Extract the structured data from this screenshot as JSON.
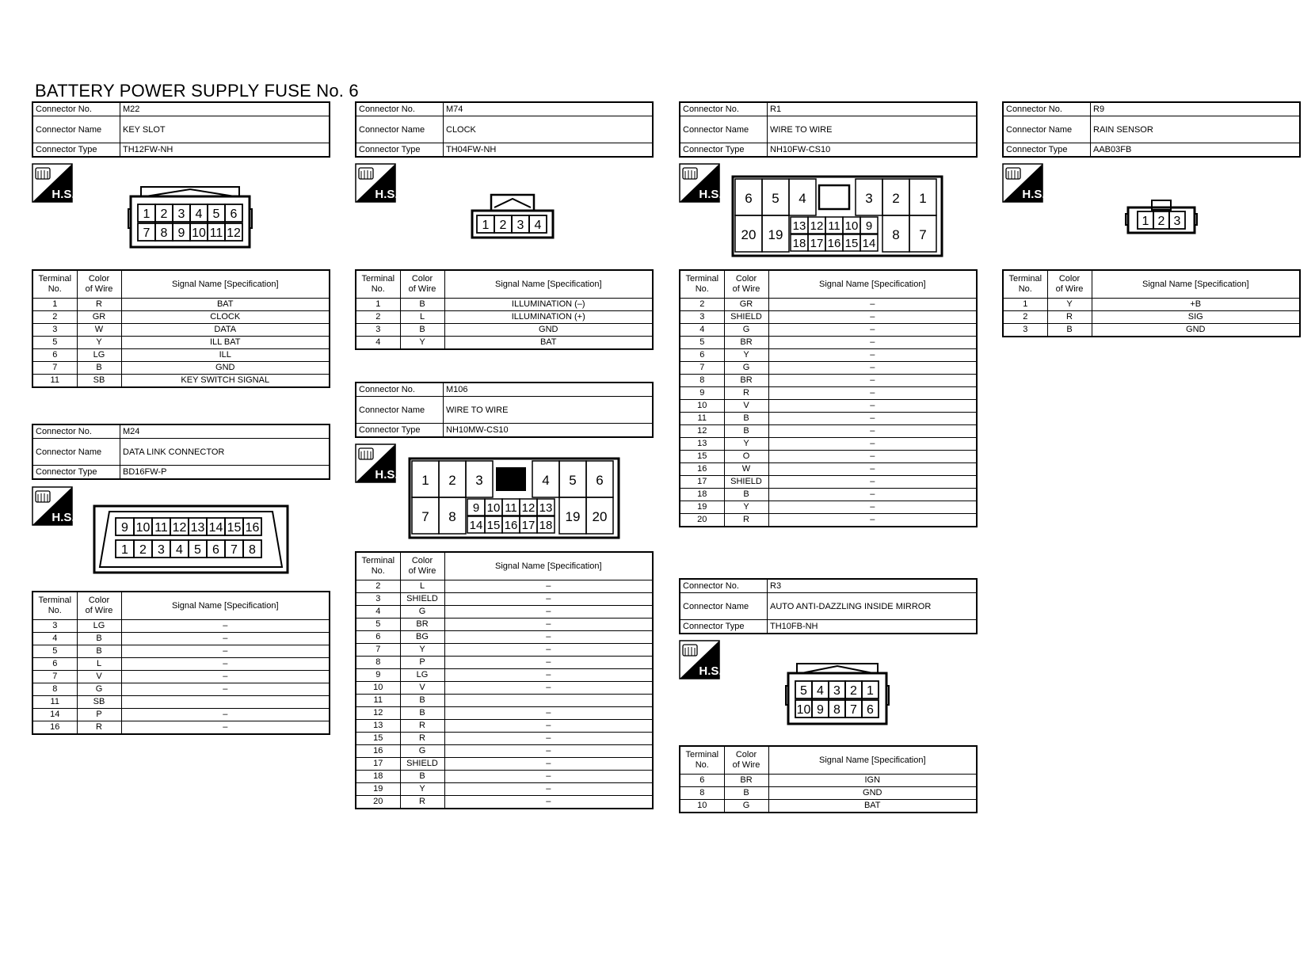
{
  "title": "BATTERY POWER SUPPLY FUSE No. 6",
  "labels": {
    "connector_no": "Connector No.",
    "connector_name": "Connector Name",
    "connector_type": "Connector Type",
    "terminal_no": "Terminal\nNo.",
    "color_of_wire": "Color\nof Wire",
    "signal_name": "Signal Name [Specification]",
    "hs": "H.S."
  },
  "connectors": {
    "m22": {
      "no": "M22",
      "name": "KEY SLOT",
      "type": "TH12FW-NH",
      "pins_top": [
        "1",
        "2",
        "3",
        "4",
        "5",
        "6"
      ],
      "pins_bottom": [
        "7",
        "8",
        "9",
        "10",
        "11",
        "12"
      ],
      "rows": [
        [
          "1",
          "R",
          "BAT"
        ],
        [
          "2",
          "GR",
          "CLOCK"
        ],
        [
          "3",
          "W",
          "DATA"
        ],
        [
          "5",
          "Y",
          "ILL BAT"
        ],
        [
          "6",
          "LG",
          "ILL"
        ],
        [
          "7",
          "B",
          "GND"
        ],
        [
          "11",
          "SB",
          "KEY SWITCH SIGNAL"
        ]
      ]
    },
    "m24": {
      "no": "M24",
      "name": "DATA LINK CONNECTOR",
      "type": "BD16FW-P",
      "pins_top": [
        "9",
        "10",
        "11",
        "12",
        "13",
        "14",
        "15",
        "16"
      ],
      "pins_bottom": [
        "1",
        "2",
        "3",
        "4",
        "5",
        "6",
        "7",
        "8"
      ],
      "rows": [
        [
          "3",
          "LG",
          "–"
        ],
        [
          "4",
          "B",
          "–"
        ],
        [
          "5",
          "B",
          "–"
        ],
        [
          "6",
          "L",
          "–"
        ],
        [
          "7",
          "V",
          "–"
        ],
        [
          "8",
          "G",
          "–"
        ],
        [
          "11",
          "SB",
          ""
        ],
        [
          "14",
          "P",
          "–"
        ],
        [
          "16",
          "R",
          "–"
        ]
      ]
    },
    "m74": {
      "no": "M74",
      "name": "CLOCK",
      "type": "TH04FW-NH",
      "pins": [
        "1",
        "2",
        "3",
        "4"
      ],
      "rows": [
        [
          "1",
          "B",
          "ILLUMINATION (–)"
        ],
        [
          "2",
          "L",
          "ILLUMINATION (+)"
        ],
        [
          "3",
          "B",
          "GND"
        ],
        [
          "4",
          "Y",
          "BAT"
        ]
      ]
    },
    "m106": {
      "no": "M106",
      "name": "WIRE TO WIRE",
      "type": "NH10MW-CS10",
      "pins_top_left": [
        "1",
        "2",
        "3"
      ],
      "pins_top_right": [
        "4",
        "5",
        "6"
      ],
      "pins_bot_left": [
        "7",
        "8"
      ],
      "pins_mid_top": [
        "9",
        "10",
        "11",
        "12",
        "13"
      ],
      "pins_mid_bot": [
        "14",
        "15",
        "16",
        "17",
        "18"
      ],
      "pins_bot_right": [
        "19",
        "20"
      ],
      "rows": [
        [
          "2",
          "L",
          "–"
        ],
        [
          "3",
          "SHIELD",
          "–"
        ],
        [
          "4",
          "G",
          "–"
        ],
        [
          "5",
          "BR",
          "–"
        ],
        [
          "6",
          "BG",
          "–"
        ],
        [
          "7",
          "Y",
          "–"
        ],
        [
          "8",
          "P",
          "–"
        ],
        [
          "9",
          "LG",
          "–"
        ],
        [
          "10",
          "V",
          "–"
        ],
        [
          "11",
          "B",
          ""
        ],
        [
          "12",
          "B",
          "–"
        ],
        [
          "13",
          "R",
          "–"
        ],
        [
          "15",
          "R",
          "–"
        ],
        [
          "16",
          "G",
          "–"
        ],
        [
          "17",
          "SHIELD",
          "–"
        ],
        [
          "18",
          "B",
          "–"
        ],
        [
          "19",
          "Y",
          "–"
        ],
        [
          "20",
          "R",
          "–"
        ]
      ]
    },
    "r1": {
      "no": "R1",
      "name": "WIRE TO WIRE",
      "type": "NH10FW-CS10",
      "pins_top_left": [
        "6",
        "5",
        "4"
      ],
      "pins_top_right": [
        "3",
        "2",
        "1"
      ],
      "pins_bot_left": [
        "20",
        "19"
      ],
      "pins_mid_top": [
        "13",
        "12",
        "11",
        "10",
        "9"
      ],
      "pins_mid_bot": [
        "18",
        "17",
        "16",
        "15",
        "14"
      ],
      "pins_bot_right": [
        "8",
        "7"
      ],
      "rows": [
        [
          "2",
          "GR",
          "–"
        ],
        [
          "3",
          "SHIELD",
          "–"
        ],
        [
          "4",
          "G",
          "–"
        ],
        [
          "5",
          "BR",
          "–"
        ],
        [
          "6",
          "Y",
          "–"
        ],
        [
          "7",
          "G",
          "–"
        ],
        [
          "8",
          "BR",
          "–"
        ],
        [
          "9",
          "R",
          "–"
        ],
        [
          "10",
          "V",
          "–"
        ],
        [
          "11",
          "B",
          "–"
        ],
        [
          "12",
          "B",
          "–"
        ],
        [
          "13",
          "Y",
          "–"
        ],
        [
          "15",
          "O",
          "–"
        ],
        [
          "16",
          "W",
          "–"
        ],
        [
          "17",
          "SHIELD",
          "–"
        ],
        [
          "18",
          "B",
          "–"
        ],
        [
          "19",
          "Y",
          "–"
        ],
        [
          "20",
          "R",
          "–"
        ]
      ]
    },
    "r3": {
      "no": "R3",
      "name": "AUTO ANTI-DAZZLING INSIDE MIRROR",
      "type": "TH10FB-NH",
      "pins_top": [
        "5",
        "4",
        "3",
        "2",
        "1"
      ],
      "pins_bottom": [
        "10",
        "9",
        "8",
        "7",
        "6"
      ],
      "rows": [
        [
          "6",
          "BR",
          "IGN"
        ],
        [
          "8",
          "B",
          "GND"
        ],
        [
          "10",
          "G",
          "BAT"
        ]
      ]
    },
    "r9": {
      "no": "R9",
      "name": "RAIN SENSOR",
      "type": "AAB03FB",
      "pins": [
        "1",
        "2",
        "3"
      ],
      "rows": [
        [
          "1",
          "Y",
          "+B"
        ],
        [
          "2",
          "R",
          "SIG"
        ],
        [
          "3",
          "B",
          "GND"
        ]
      ]
    }
  }
}
